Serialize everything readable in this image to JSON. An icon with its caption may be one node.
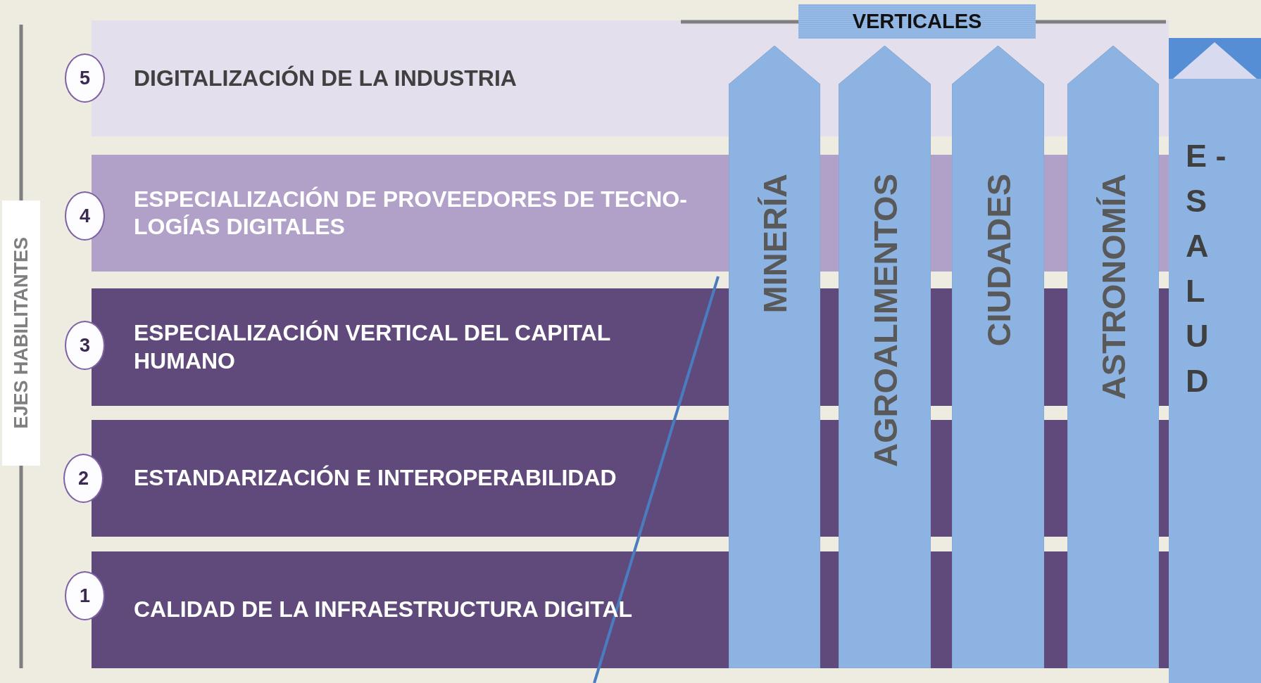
{
  "diagram": {
    "nodes": [
      {
        "text": [
          "VERTICALES"
        ]
      },
      {
        "text": [
          "5"
        ]
      },
      {
        "text": [
          "DIGITALIZACIÓN DE LA INDUSTRIA"
        ]
      },
      {
        "text": [
          "4"
        ]
      },
      {
        "text": [
          "ESPECIALIZACIÓN DE PROVEEDORES DE TECNO- LOGÍAS DIGITALES"
        ]
      },
      {
        "text": [
          "3"
        ]
      },
      {
        "text": [
          "ESPECIALIZACIÓN VERTICAL DEL CAPITAL HUMANO"
        ]
      },
      {
        "text": [
          "2"
        ]
      },
      {
        "text": [
          "ESTANDARIZACIÓN E INTEROPERABILIDAD"
        ]
      },
      {
        "text": [
          "1"
        ]
      },
      {
        "text": [
          "CALIDAD DE LA INFRAESTRUCTURA DIGITAL"
        ]
      },
      {
        "text": [
          "EJES HABILITANTES"
        ]
      },
      {
        "text": [
          "MINERÍA"
        ]
      },
      {
        "text": [
          "AGROALIMENTOS"
        ]
      },
      {
        "text": [
          "CIUDADES"
        ]
      },
      {
        "text": [
          "ASTRONOMÍA"
        ]
      },
      {
        "text": [
          "E - S A L U D"
        ]
      }
    ],
    "edges": []
  }
}
